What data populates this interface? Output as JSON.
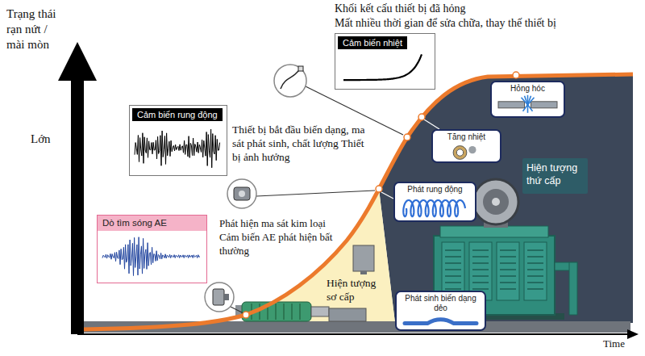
{
  "diagram": {
    "nodes": [
      {
        "text": [
          "Cảm biến nhiệt"
        ]
      },
      {
        "text": [
          "Cảm biến rung động"
        ]
      },
      {
        "text": [
          "Hỏng hóc"
        ]
      },
      {
        "text": [
          "Tăng nhiệt"
        ]
      },
      {
        "text": [
          "Hiện tượng thứ cấp"
        ]
      },
      {
        "text": [
          "Phát rung động"
        ]
      },
      {
        "text": [
          "Dò tìm sóng AE"
        ]
      },
      {
        "text": [
          "Phát sinh biến dạng dẻo"
        ]
      }
    ],
    "labels": [
      "Trạng thái rạn nứt / mài mòn",
      "Khối kết cấu thiết bị đã hỏng",
      "Mất nhiều thời gian để sửa chữa, thay thế thiết bị",
      "Lớn",
      "Thiết bị bắt đầu biến dạng, ma sát phát sinh, chất lượng Thiết bị ảnh hưởng",
      "Phát hiện ma sát kim loại Cảm biến AE phát hiện bất thường",
      "Hiện tượng sơ cấp",
      "Time"
    ]
  }
}
